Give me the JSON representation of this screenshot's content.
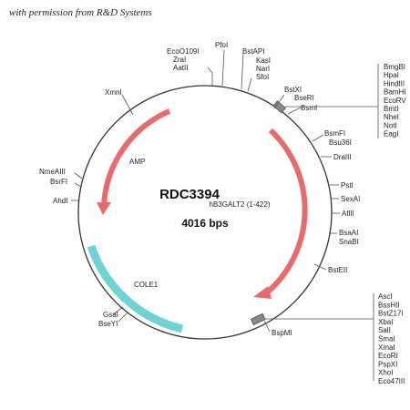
{
  "credit": "with permission from R&D Systems",
  "plasmid": {
    "name": "RDC3394",
    "insert": "hB3GALT2 (1-422)",
    "size": "4016 bps"
  },
  "features": {
    "amp": "AMP",
    "cole1": "COLE1"
  },
  "sites": {
    "eco0109i": "EcoO109I",
    "zrai": "ZraI",
    "aatii": "AatII",
    "pfoi": "PfoI",
    "bstapi": "BstAPI",
    "kasi": "KasI",
    "nari": "NarI",
    "sfoi": "SfoI",
    "xmni": "XmnI",
    "bstxi": "BstXI",
    "bseri": "BseRI",
    "bsmi": "BsmI",
    "bsmfi": "BsmFI",
    "bsu36i": "Bsu36I",
    "draiii": "DraIII",
    "psti": "PstI",
    "sexai": "SexAI",
    "afiii": "AflII",
    "bsaai": "BsaAI",
    "snabi": "SnaBI",
    "bsteii": "BstEII",
    "bspmi": "BspMI",
    "nmeaiii": "NmeAIII",
    "bsrfi": "BsrFI",
    "ahdi": "AhdI",
    "gsai": "GsaI",
    "bseyi": "BseYI"
  },
  "mcs_top": [
    "BmgBI",
    "HpaI",
    "HindIII",
    "BamHI",
    "EcoRV",
    "BmtI",
    "NheI",
    "NotI",
    "EagI"
  ],
  "mcs_bottom": [
    "AscI",
    "BssHII",
    "BstZ17I",
    "XbaI",
    "SalI",
    "SmaI",
    "XmaI",
    "EcoRI",
    "PspXI",
    "XhoI",
    "Eco47III"
  ],
  "colors": {
    "amp_arrow": "#e86a6a",
    "insert_arrow": "#e86a6a",
    "cole1_arc": "#6fd3d3",
    "backbone": "#333333"
  }
}
